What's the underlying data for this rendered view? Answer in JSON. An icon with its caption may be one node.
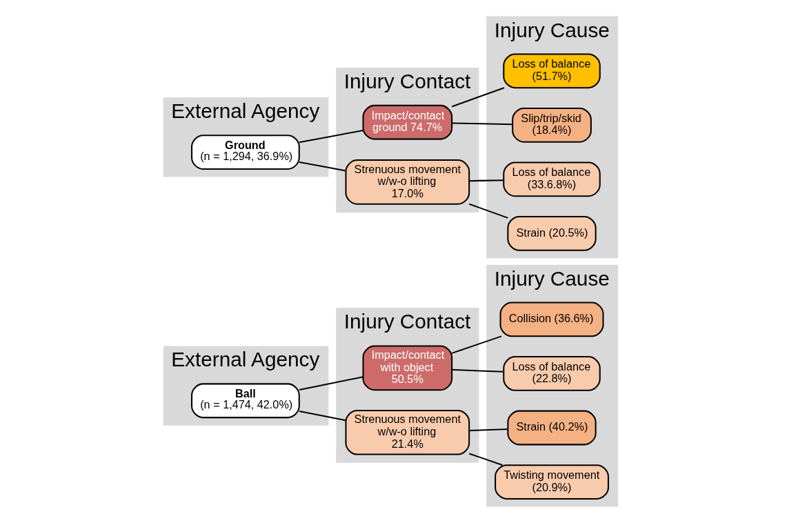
{
  "diagram": {
    "nodes": [
      {
        "text": [
          "External Agency"
        ]
      },
      {
        "text": [
          "Ball",
          "(n = 1,474, 42.0%)"
        ],
        "in": 0
      },
      {
        "text": [
          "Injury Contact"
        ]
      },
      {
        "text": [
          "Impact/contact with object",
          "50.5%"
        ],
        "in": 2
      },
      {
        "text": [
          "Strenuous movement w/w-o lifting 21.4%"
        ],
        "in": 2
      },
      {
        "text": [
          "Injury Cause"
        ]
      },
      {
        "text": [
          "Collision (36.6%)"
        ],
        "in": 5
      },
      {
        "text": [
          "Loss of balance (22.8%)"
        ],
        "in": 5
      },
      {
        "text": [
          "Strain (40.2%)"
        ],
        "in": 5
      },
      {
        "text": [
          "Twisting movement (20.9%)"
        ],
        "in": 5
      },
      {
        "text": [
          "External Agency"
        ]
      },
      {
        "text": [
          "Ground",
          "(n = 1,294, 36.9%)"
        ],
        "in": 10
      },
      {
        "text": [
          "Injury Contact"
        ]
      },
      {
        "text": [
          "Impact/contact ground 74.7%"
        ],
        "in": 12
      },
      {
        "text": [
          "Strenuous movement w/w-o lifting 17.0%"
        ],
        "in": 12
      },
      {
        "text": [
          "Injury Cause"
        ]
      },
      {
        "text": [
          "Loss of balance (51.7%)"
        ],
        "in": 15
      },
      {
        "text": [
          "Slip/trip/skid (18.4%)"
        ],
        "in": 15
      },
      {
        "text": [
          "Loss of balance (33.6.8%)"
        ],
        "in": 15
      },
      {
        "text": [
          "Strain (20.5%)"
        ],
        "in": 15
      }
    ],
    "edges": [
      {
        "from": 1,
        "to": 3,
        "arrow": "none"
      },
      {
        "from": 1,
        "to": 4,
        "arrow": "none"
      },
      {
        "from": 3,
        "to": 6,
        "arrow": "none"
      },
      {
        "from": 3,
        "to": 7,
        "arrow": "none"
      },
      {
        "from": 4,
        "to": 8,
        "arrow": "none"
      },
      {
        "from": 4,
        "to": 9,
        "arrow": "none"
      },
      {
        "from": 11,
        "to": 13,
        "arrow": "none"
      },
      {
        "from": 11,
        "to": 14,
        "arrow": "none"
      },
      {
        "from": 13,
        "to": 16,
        "arrow": "none"
      },
      {
        "from": 13,
        "to": 17,
        "arrow": "none"
      },
      {
        "from": 14,
        "to": 18,
        "arrow": "none"
      },
      {
        "from": 14,
        "to": 19,
        "arrow": "none"
      }
    ]
  }
}
